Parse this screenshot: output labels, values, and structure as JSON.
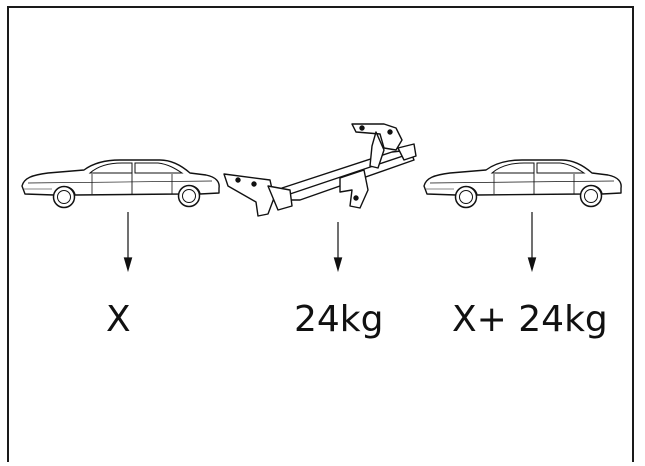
{
  "labels": {
    "car_weight": "X",
    "towbar_weight": "24kg",
    "total_weight": "X+ 24kg"
  },
  "colors": {
    "line": "#111111",
    "background": "#ffffff",
    "frame": "#1a1a1a"
  }
}
